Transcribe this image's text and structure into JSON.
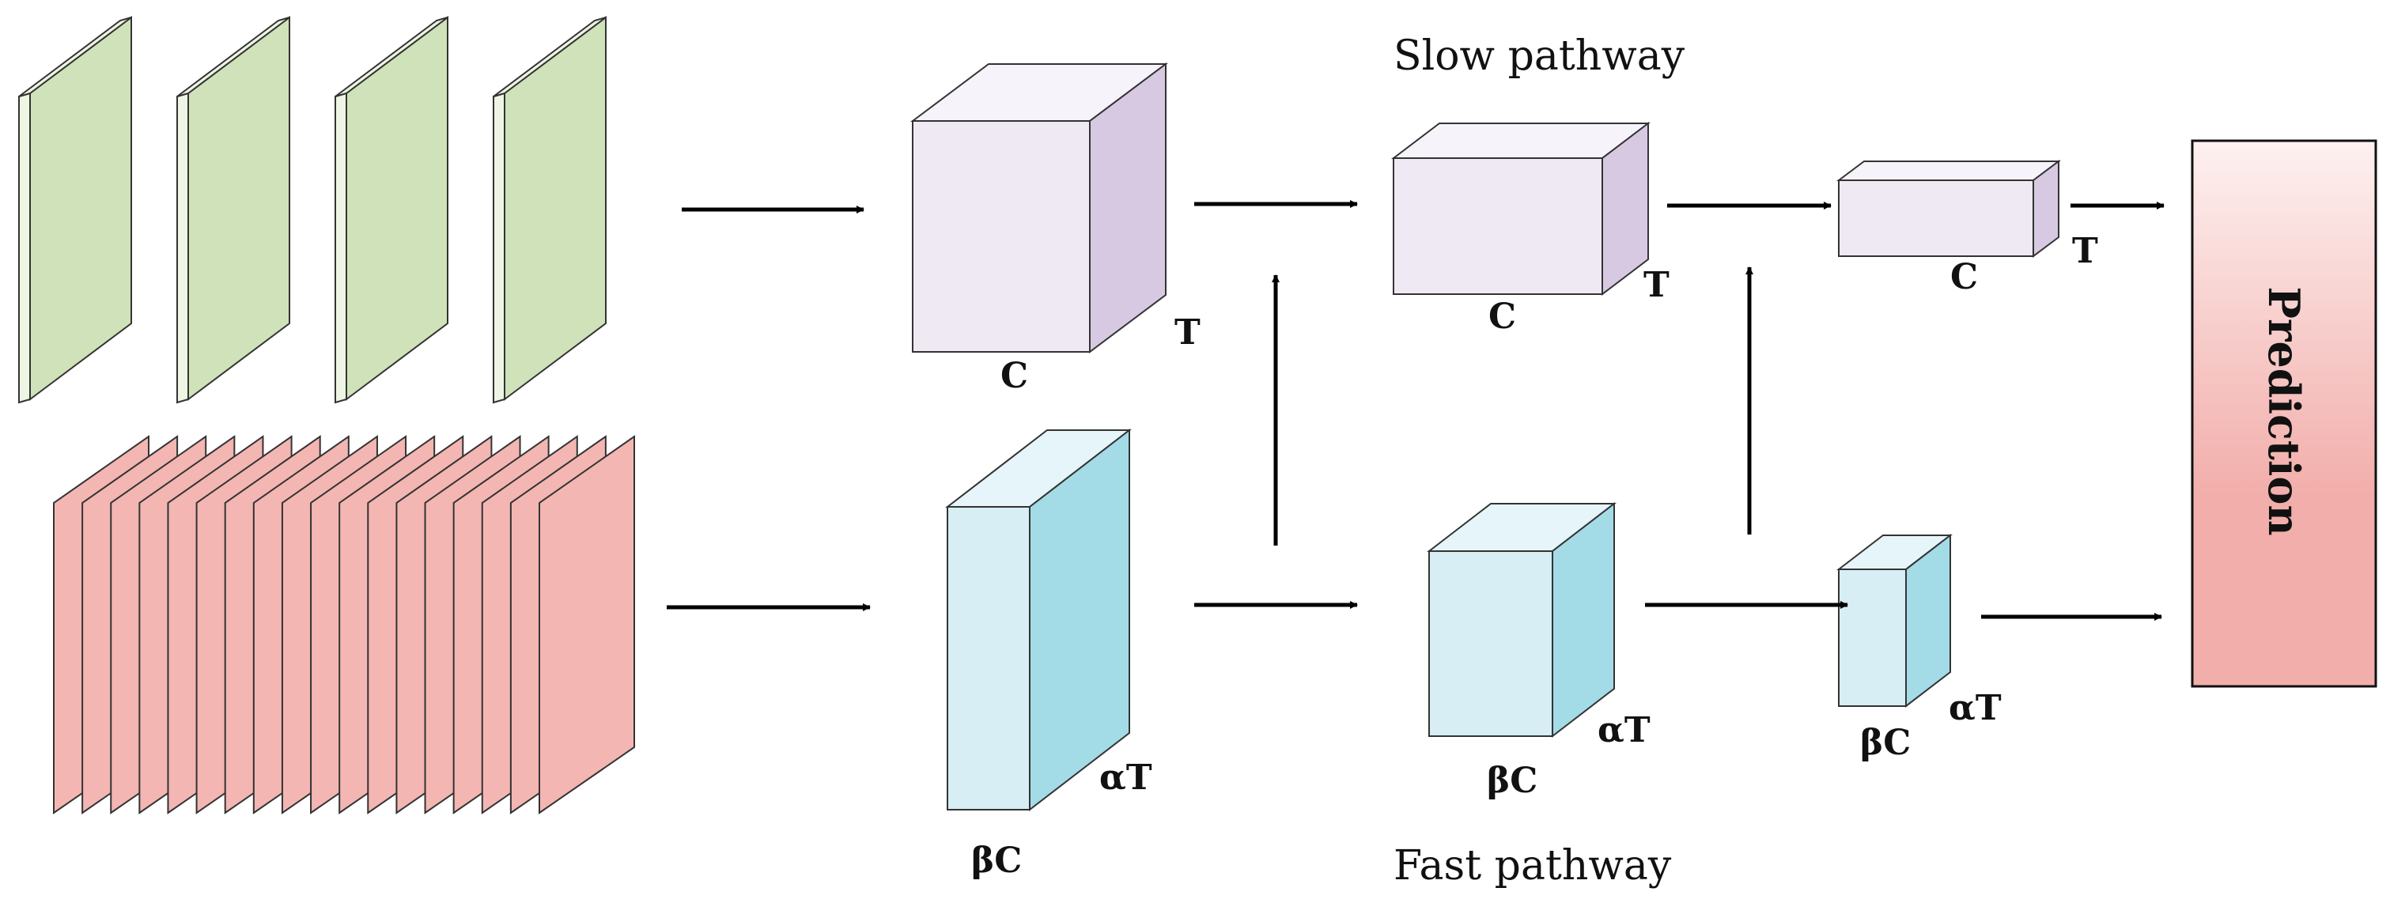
{
  "labels": {
    "slow_pathway": "Slow pathway",
    "fast_pathway": "Fast pathway",
    "prediction": "Prediction",
    "slow_stage1_c": "C",
    "slow_stage1_t": "T",
    "slow_stage2_c": "C",
    "slow_stage2_t": "T",
    "slow_stage3_c": "C",
    "slow_stage3_t": "T",
    "fast_stage1_c": "βC",
    "fast_stage1_t": "αT",
    "fast_stage2_c": "βC",
    "fast_stage2_t": "αT",
    "fast_stage3_c": "βC",
    "fast_stage3_t": "αT"
  },
  "inputs": {
    "slow_frame_count": 4,
    "fast_frame_count": 18
  },
  "colors": {
    "slow_frame_face": "#d0e2b9",
    "slow_frame_edge": "#eef5e4",
    "fast_frame_face": "#f3b6b2",
    "slow_cube_front": "#efe9f3",
    "slow_cube_top": "#f7f3fa",
    "slow_cube_side": "#d8c9e3",
    "fast_cube_front": "#d6eef4",
    "fast_cube_top": "#e6f5f9",
    "fast_cube_side": "#a3dbe7",
    "prediction_top": "#fdf1f0",
    "prediction_bottom": "#f2aeab",
    "stroke": "#333333"
  }
}
